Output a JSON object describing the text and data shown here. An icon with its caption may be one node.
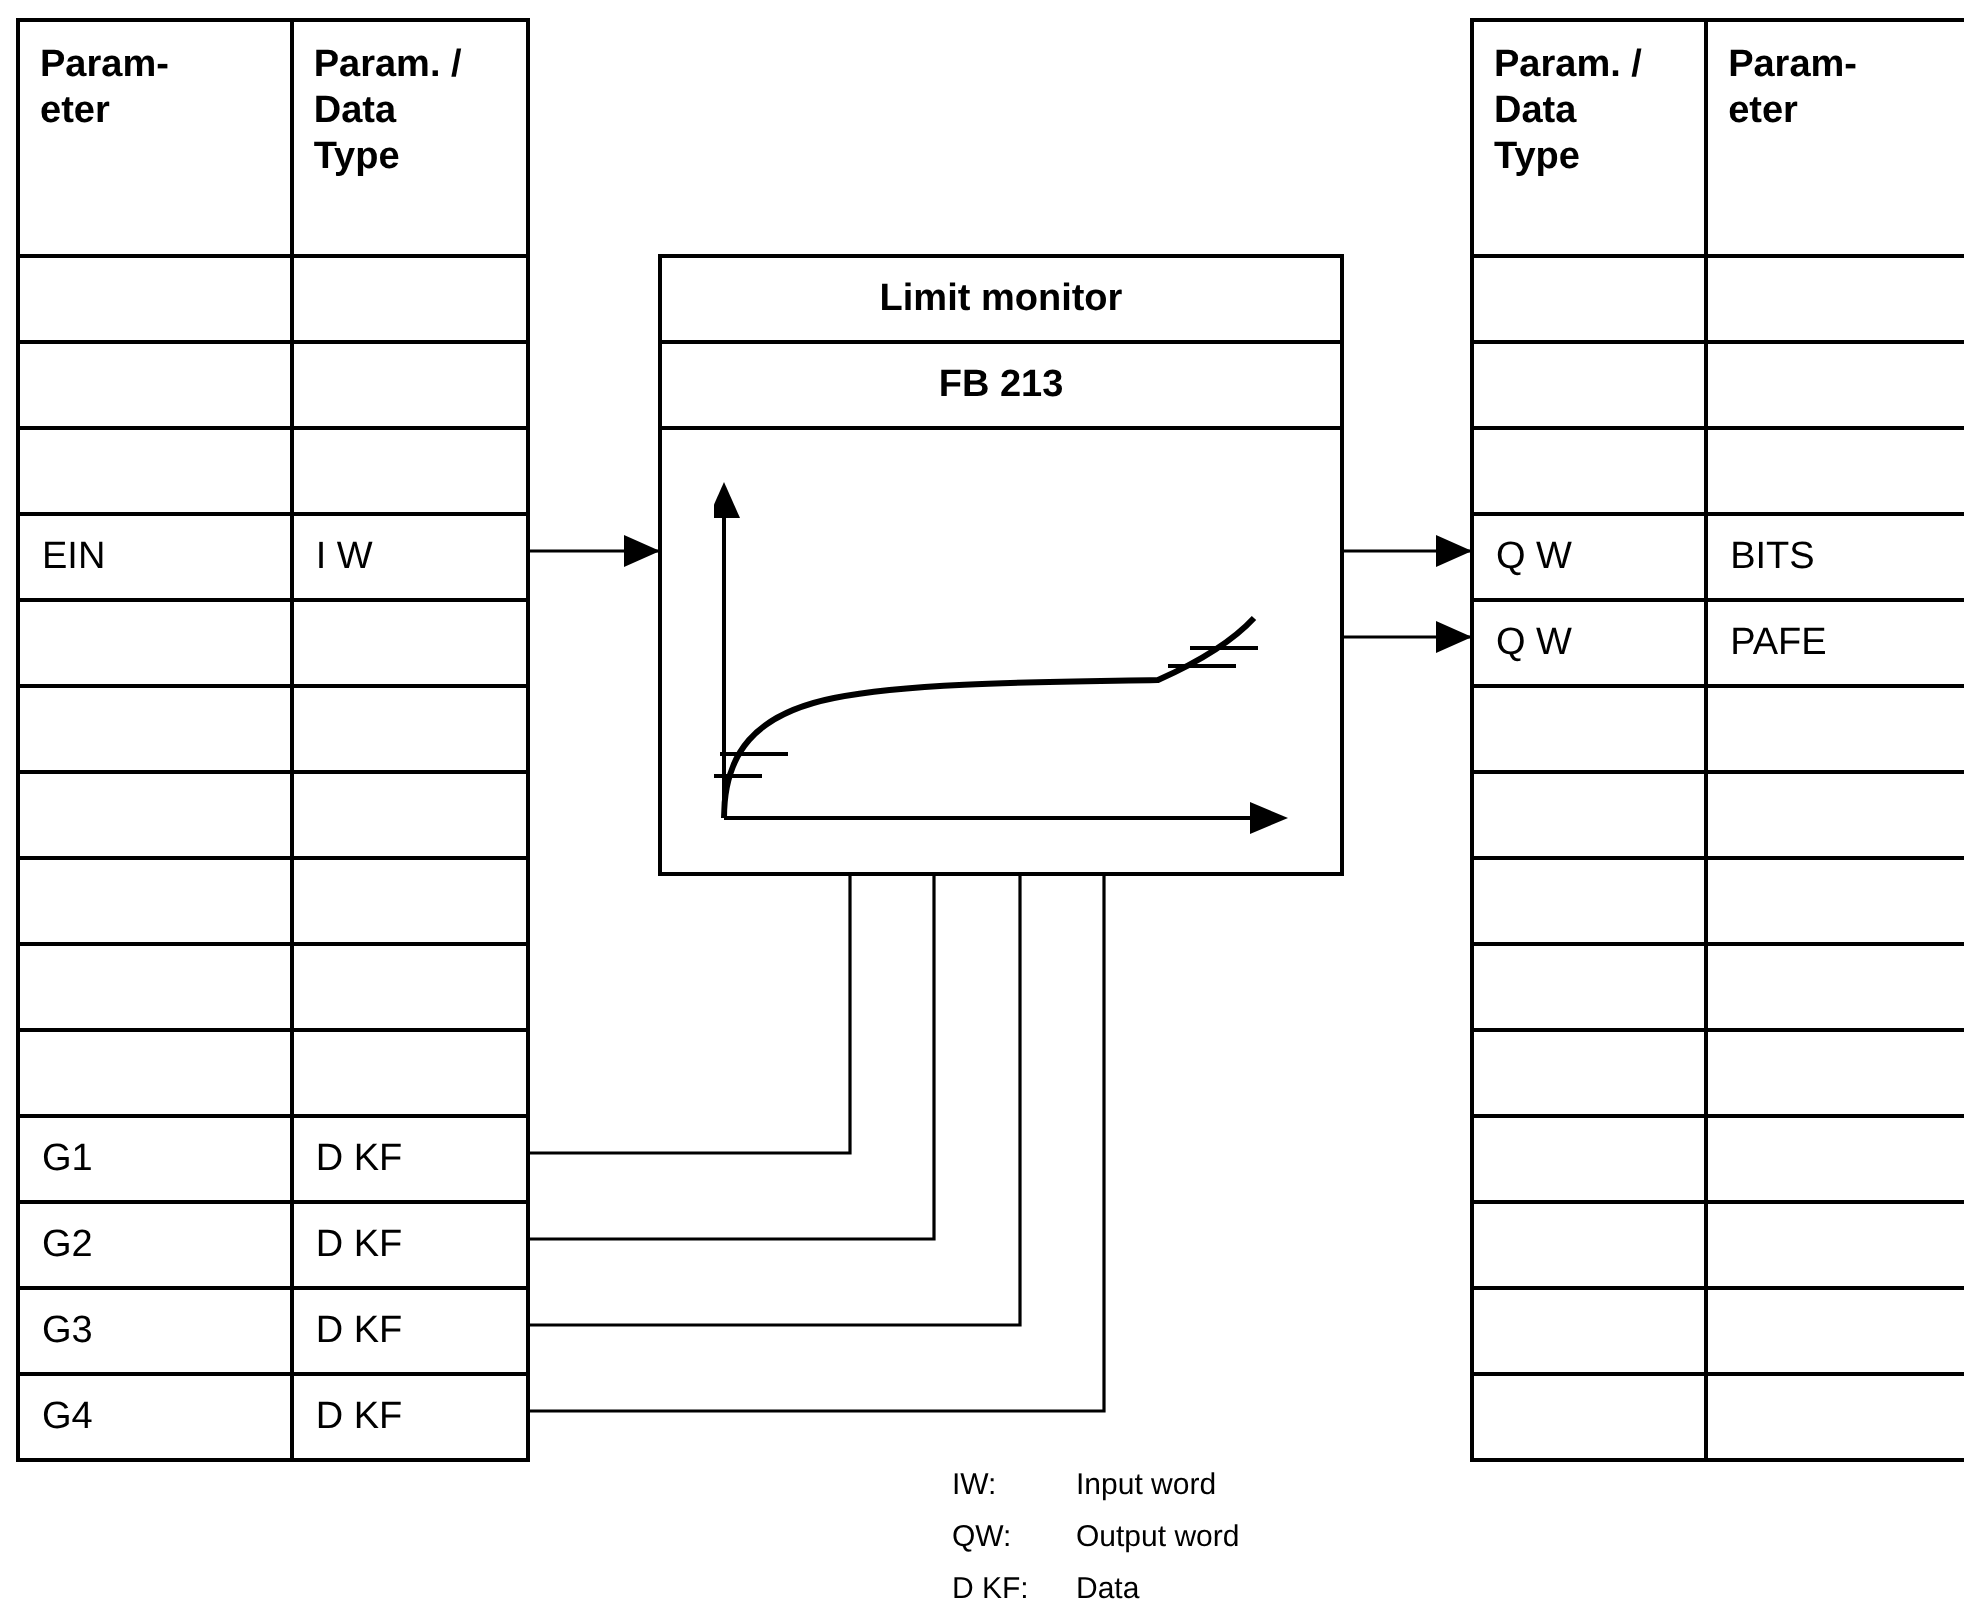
{
  "diagram": {
    "nodes": [
      {
        "text": [
          "Param- eter",
          "Param. / Data Type"
        ]
      },
      {
        "text": [
          "EIN",
          "I W"
        ],
        "in": 0
      },
      {
        "text": [
          "G1",
          "D KF"
        ],
        "in": 0
      },
      {
        "text": [
          "G2",
          "D KF"
        ],
        "in": 0
      },
      {
        "text": [
          "G3",
          "D KF"
        ],
        "in": 0
      },
      {
        "text": [
          "G4",
          "D KF"
        ],
        "in": 0
      },
      {
        "text": [
          "Limit monitor",
          "FB 213"
        ]
      },
      {
        "text": [
          "Param. / Data Type",
          "Param- eter"
        ]
      },
      {
        "text": [
          "Q W",
          "BITS"
        ],
        "in": 7
      },
      {
        "text": [
          "Q W",
          "PAFE"
        ],
        "in": 7
      }
    ],
    "edges": [
      {
        "from": 1,
        "to": 6,
        "arrow": "to"
      },
      {
        "from": 6,
        "to": 8,
        "arrow": "to"
      },
      {
        "from": 6,
        "to": 9,
        "arrow": "to"
      },
      {
        "from": 2,
        "to": 6,
        "arrow": "none"
      },
      {
        "from": 3,
        "to": 6,
        "arrow": "none"
      },
      {
        "from": 4,
        "to": 6,
        "arrow": "none"
      },
      {
        "from": 5,
        "to": 6,
        "arrow": "none"
      }
    ],
    "labels": [
      "IW:",
      "Input word",
      "QW:",
      "Output word",
      "D KF:",
      "Data"
    ]
  }
}
